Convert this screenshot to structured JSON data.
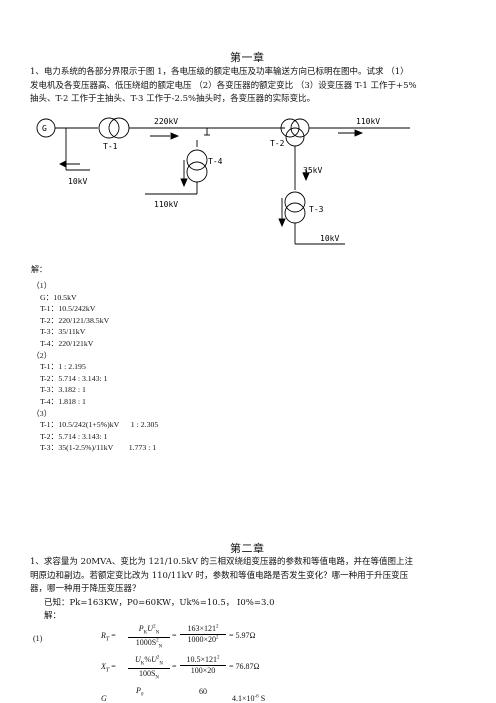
{
  "chapter1": {
    "title": "第一章",
    "question_line1": "1、电力系统的各部分界限示于图 1，各电压级的额定电压及功率输送方向已标明在图中。试求 （1）",
    "question_line2": "发电机及各变压器高、低压绕组的额定电压 （2）各变压器的额定变比 （3）设变压器 T-1 工作于+5%",
    "question_line3": "抽头、T-2 工作于主抽头、T-3 工作于-2.5%抽头时，各变压器的实际变比。",
    "diagram": {
      "generator": "G",
      "t1": "T-1",
      "t2": "T-2",
      "t3": "T-3",
      "t4": "T-4",
      "v220": "220kV",
      "v110_right": "110kV",
      "v110_left": "110kV",
      "v35": "35kV",
      "v10_left": "10kV",
      "v10_right": "10kV"
    },
    "answer_label": "解：",
    "answers": [
      "（1）",
      "G：10.5kV",
      "T-1：10.5/242kV",
      "T-2：220/121/38.5kV",
      "T-3：35/11kV",
      "T-4：220/121kV",
      "（2）",
      "T-1：1 : 2.195",
      "T-2：5.714 : 3.143: 1",
      "T-3：3.182 : 1",
      "T-4：1.818 : 1",
      "（3）",
      "T-1：10.5/242(1+5%)kV      1 : 2.305",
      "T-2：5.714 : 3.143: 1",
      "T-3：35(1-2.5%)/11kV        1.773 : 1"
    ]
  },
  "chapter2": {
    "title": "第二章",
    "question_line1": "1、求容量为 20MVA、变比为 121/10.5kV 的三相双绕组变压器的参数和等值电路，并在等值图上注",
    "question_line2": "明原边和副边。若额定变比改为 110/11kV 时，参数和等值电路是否发生变化？哪一种用于升压变压",
    "question_line3": "器，哪一种用于降压变压器？",
    "known": "已知：Pk=163KW，P0=60KW，Uk%=10.5，  I0%=3.0",
    "answer_label": "解：",
    "part": "(1)",
    "rt": {
      "lhs": "R",
      "sub": "T",
      "num_left": "P",
      "den_left": "1000S",
      "num_right": "163×121",
      "den_right": "1000×20",
      "result": "= 5.97Ω"
    },
    "xt": {
      "lhs": "X",
      "sub": "T",
      "num_left": "U",
      "den_left": "100S",
      "num_right": "10.5×121",
      "den_right": "100×20",
      "result": "= 76.87Ω"
    },
    "gt": {
      "lhs": "G",
      "num_left": "P",
      "num_right": "60",
      "result": "4.1×10"
    }
  }
}
